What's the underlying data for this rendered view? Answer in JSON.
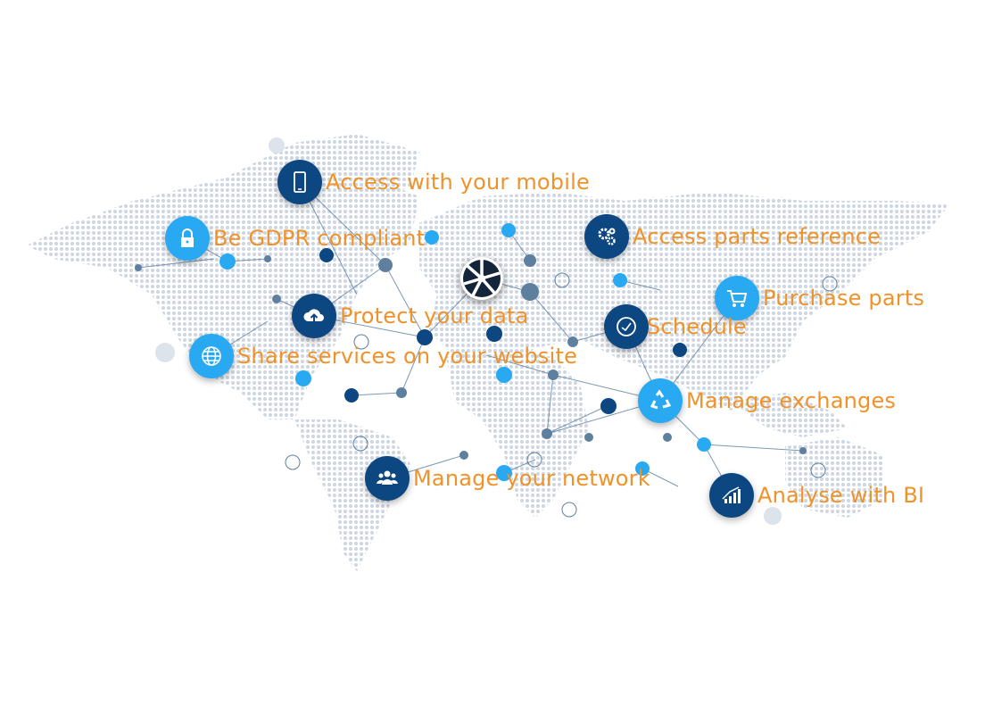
{
  "colors": {
    "dark": "#0d4782",
    "light": "#29a9f2",
    "label": "#f0922a",
    "map_dots": "#c9d3e0",
    "nodes": "#5f7f9f"
  },
  "features": [
    {
      "label": "Access with your mobile",
      "icon": "mobile-phone-icon",
      "style": "dark"
    },
    {
      "label": "Be GDPR compliant",
      "icon": "lock-icon",
      "style": "light"
    },
    {
      "label": "Access parts reference",
      "icon": "gears-icon",
      "style": "dark"
    },
    {
      "label": "Purchase parts",
      "icon": "shopping-cart-icon",
      "style": "light"
    },
    {
      "label": "Protect your data",
      "icon": "cloud-upload-icon",
      "style": "dark"
    },
    {
      "label": "Schedule",
      "icon": "clock-icon",
      "style": "dark"
    },
    {
      "label": "Share services on your website",
      "icon": "globe-icon",
      "style": "light"
    },
    {
      "label": "Manage exchanges",
      "icon": "recycle-icon",
      "style": "light"
    },
    {
      "label": "Manage your network",
      "icon": "people-icon",
      "style": "dark"
    },
    {
      "label": "Analyse with BI",
      "icon": "bar-chart-icon",
      "style": "dark"
    }
  ]
}
